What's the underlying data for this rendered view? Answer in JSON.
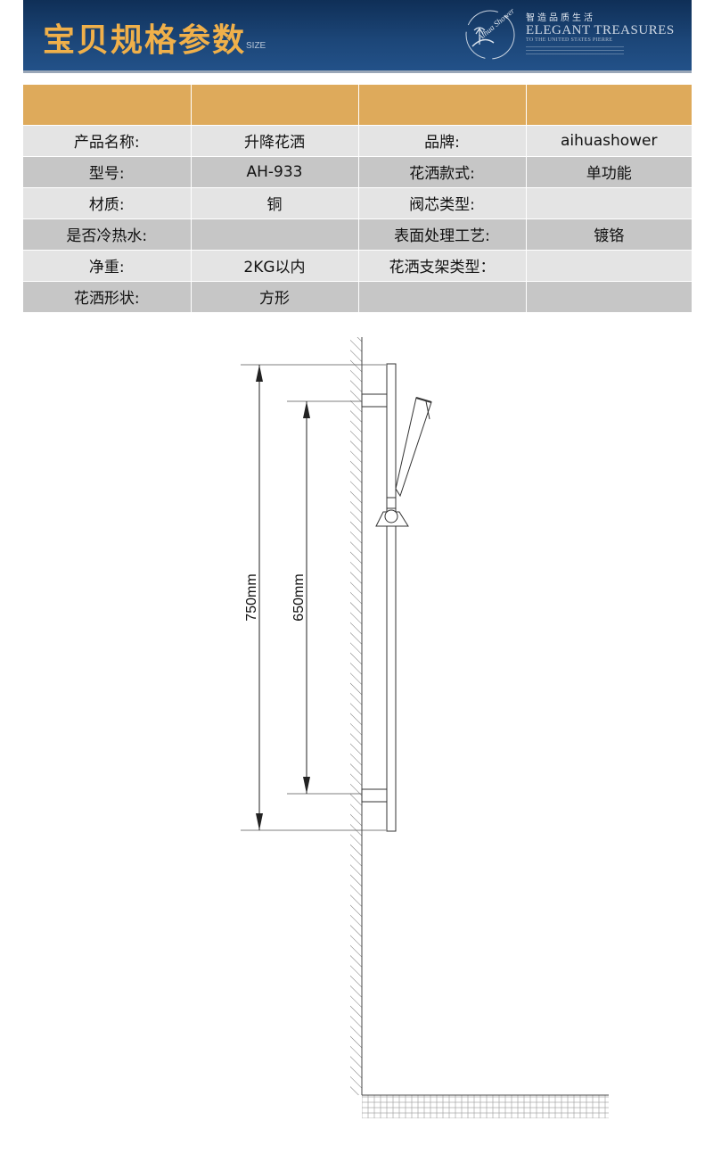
{
  "banner": {
    "title": "宝贝规格参数",
    "size_label": "SIZE",
    "slogan": "智造品质生活",
    "brand_name": "ELEGANT TREASURES",
    "brand_sub": "TO THE UNITED STATES PIERRE",
    "logo_text": "Aihua Shower"
  },
  "table": {
    "rows": [
      [
        "产品名称:",
        "升降花洒",
        "品牌:",
        "aihuashower"
      ],
      [
        "型号:",
        "AH-933",
        "花洒款式:",
        "单功能"
      ],
      [
        "材质:",
        "铜",
        "阀芯类型:",
        ""
      ],
      [
        "是否冷热水:",
        "",
        "表面处理工艺:",
        "镀铬"
      ],
      [
        "净重:",
        "2KG以内",
        "花洒支架类型：",
        ""
      ],
      [
        "花洒形状:",
        "方形",
        "",
        ""
      ]
    ]
  },
  "drawing": {
    "dim_outer": "750mm",
    "dim_inner": "650mm"
  }
}
